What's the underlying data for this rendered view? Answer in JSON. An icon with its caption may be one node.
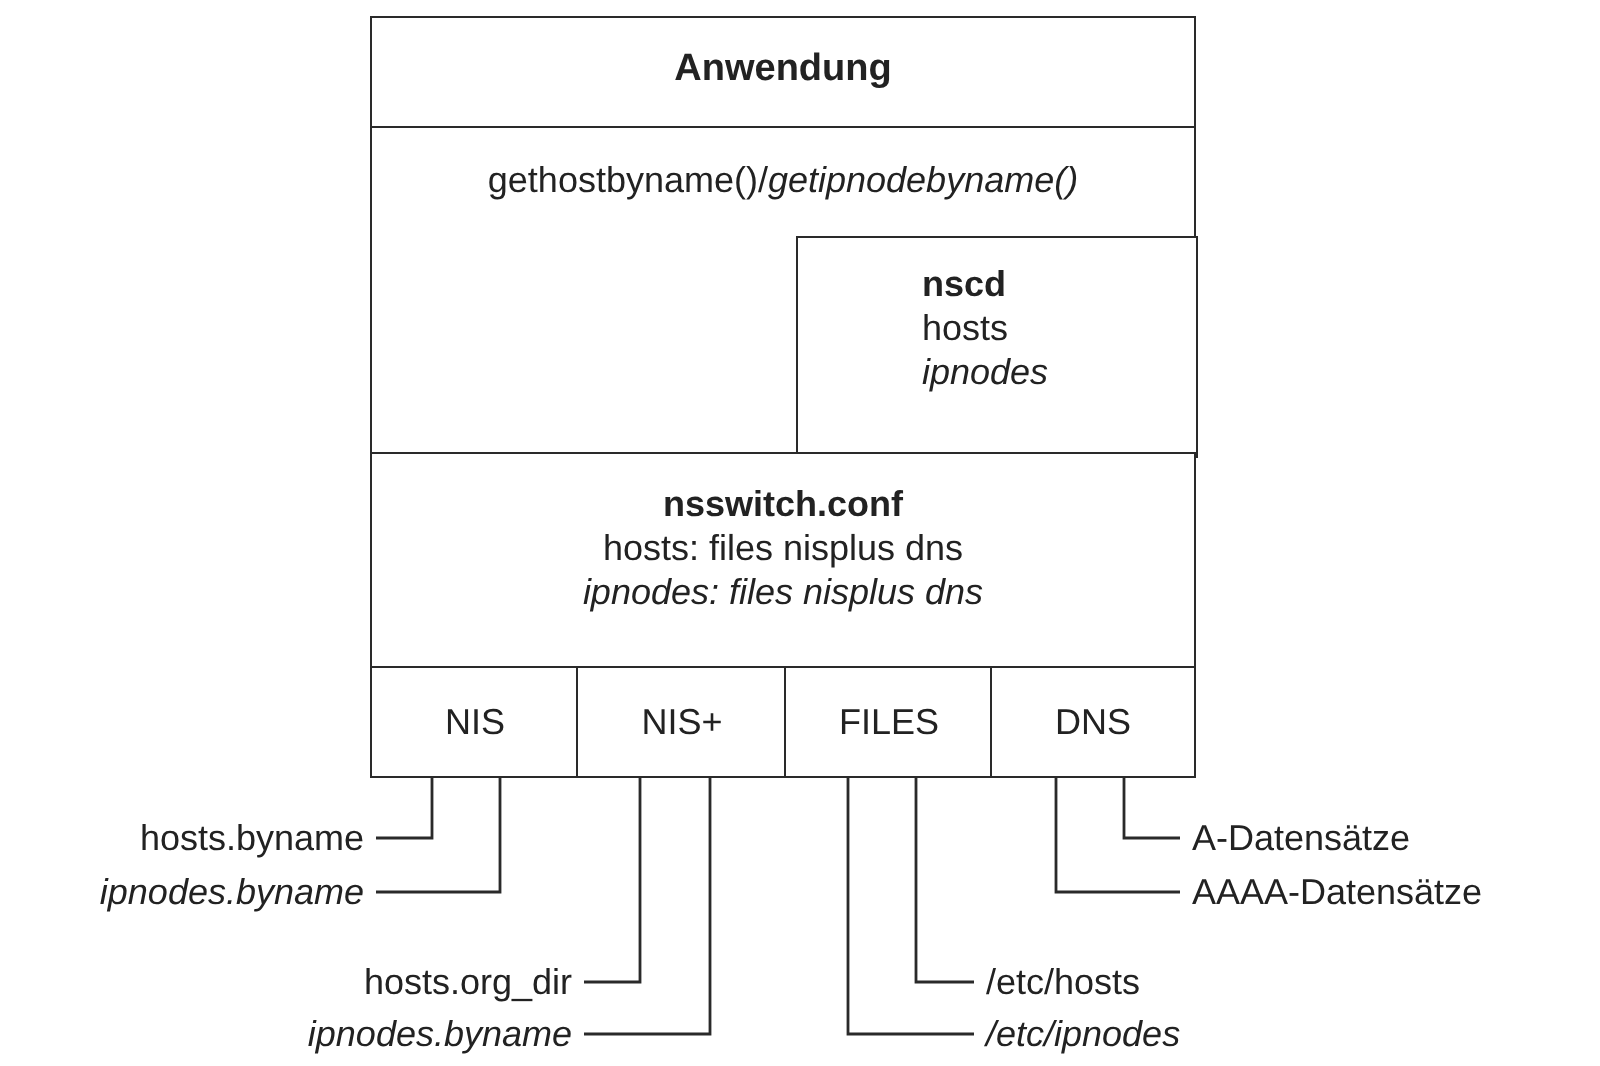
{
  "diagram": {
    "nodes": [
      {
        "text": [
          "Anwendung"
        ]
      },
      {
        "text": [
          "gethostbyname()/*getipnodebyname()*"
        ]
      },
      {
        "text": [
          "nscd",
          "hosts",
          "ipnodes"
        ],
        "in": 1
      },
      {
        "text": [
          "nsswitch.conf",
          "hosts: files nisplus dns",
          "ipnodes: files nisplus dns"
        ]
      },
      {
        "text": [
          "NIS"
        ]
      },
      {
        "text": [
          "NIS+"
        ]
      },
      {
        "text": [
          "FILES"
        ]
      },
      {
        "text": [
          "DNS"
        ]
      },
      {
        "text": [
          "hosts.byname"
        ]
      },
      {
        "text": [
          "ipnodes.byname"
        ]
      },
      {
        "text": [
          "hosts.org_dir"
        ]
      },
      {
        "text": [
          "ipnodes.byname"
        ]
      },
      {
        "text": [
          "/etc/hosts"
        ]
      },
      {
        "text": [
          "/etc/ipnodes"
        ]
      },
      {
        "text": [
          "A-Datensätze"
        ]
      },
      {
        "text": [
          "AAAA-Datensätze"
        ]
      }
    ],
    "edges": [
      {
        "from": 8,
        "to": 4,
        "arrow": "none"
      },
      {
        "from": 9,
        "to": 4,
        "arrow": "none"
      },
      {
        "from": 10,
        "to": 5,
        "arrow": "none"
      },
      {
        "from": 11,
        "to": 5,
        "arrow": "none"
      },
      {
        "from": 12,
        "to": 6,
        "arrow": "none"
      },
      {
        "from": 13,
        "to": 6,
        "arrow": "none"
      },
      {
        "from": 14,
        "to": 7,
        "arrow": "none"
      },
      {
        "from": 15,
        "to": 7,
        "arrow": "none"
      }
    ]
  }
}
